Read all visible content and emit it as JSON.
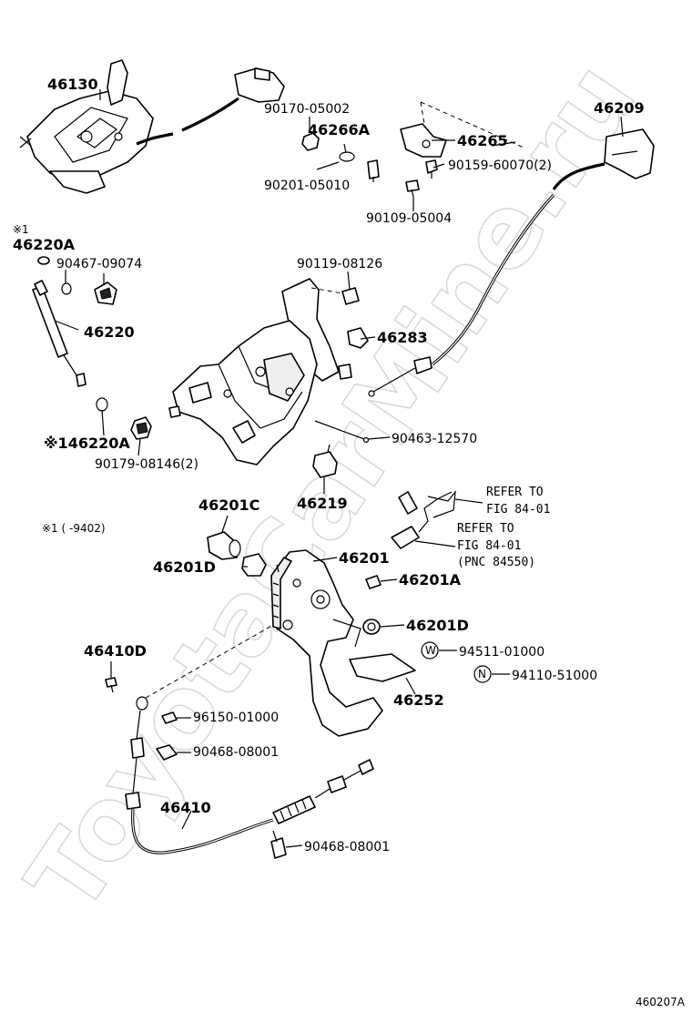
{
  "diagram": {
    "watermark": "ToyotaCarMine.ru",
    "figure_id": "460207A",
    "note_marker": "※1",
    "note_range": "※1 (      -9402)",
    "labels": [
      {
        "id": "46130",
        "text": "46130"
      },
      {
        "id": "90170-05002",
        "text": "90170-05002"
      },
      {
        "id": "46266A",
        "text": "46266A"
      },
      {
        "id": "46265",
        "text": "46265"
      },
      {
        "id": "46209",
        "text": "46209"
      },
      {
        "id": "90159-60070",
        "text": "90159-60070(2)"
      },
      {
        "id": "90201-05010",
        "text": "90201-05010"
      },
      {
        "id": "90109-05004",
        "text": "90109-05004"
      },
      {
        "id": "46220A",
        "text": "46220A"
      },
      {
        "id": "90467-09074",
        "text": "90467-09074"
      },
      {
        "id": "90119-08126",
        "text": "90119-08126"
      },
      {
        "id": "46220",
        "text": "46220"
      },
      {
        "id": "46283",
        "text": "46283"
      },
      {
        "id": "46220A-2",
        "text": "※146220A"
      },
      {
        "id": "90463-12570",
        "text": "90463-12570"
      },
      {
        "id": "90179-08146",
        "text": "90179-08146(2)"
      },
      {
        "id": "46201C",
        "text": "46201C"
      },
      {
        "id": "46219",
        "text": "46219"
      },
      {
        "id": "46201",
        "text": "46201"
      },
      {
        "id": "46201D",
        "text": "46201D"
      },
      {
        "id": "46201A",
        "text": "46201A"
      },
      {
        "id": "46201D-2",
        "text": "46201D"
      },
      {
        "id": "46410D",
        "text": "46410D"
      },
      {
        "id": "94511-01000",
        "text": "94511-01000"
      },
      {
        "id": "94110-51000",
        "text": "94110-51000"
      },
      {
        "id": "46252",
        "text": "46252"
      },
      {
        "id": "96150-01000",
        "text": "96150-01000"
      },
      {
        "id": "90468-08001",
        "text": "90468-08001"
      },
      {
        "id": "46410",
        "text": "46410"
      },
      {
        "id": "90468-08001-2",
        "text": "90468-08001"
      }
    ],
    "refer_1": [
      "REFER TO",
      "FIG 84-01"
    ],
    "refer_2": [
      "REFER TO",
      "FIG 84-01",
      "(PNC 84550)"
    ],
    "symbol_w": "W",
    "symbol_n": "N"
  }
}
